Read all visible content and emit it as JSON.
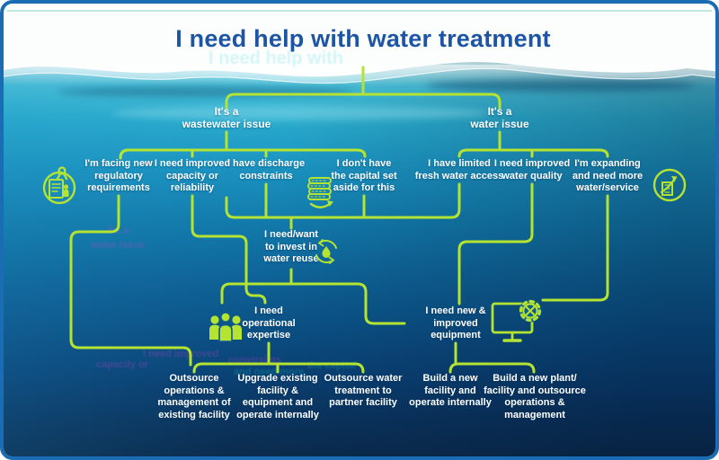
{
  "title": "I need help with water treatment",
  "colors": {
    "line": "#b4e332",
    "title_blue": "#1d55a4",
    "node_text": "#ffffff",
    "card_border": "#1a6db4"
  },
  "nodes": {
    "wastewater": "It's a\nwastewater issue",
    "water": "It's a\nwater issue",
    "regulatory": "I'm facing new\nregulatory\nrequirements",
    "capacity": "I need improved\ncapacity or\nreliability",
    "discharge": "I have discharge\nconstraints",
    "capital": "I don't have\nthe capital set\naside for this",
    "fresh_access": "I have limited\nfresh water access",
    "quality": "I need improved\nwater quality",
    "expanding": "I'm expanding\nand need more\nwater/service",
    "reuse": "I need/want\nto invest in\nwater reuse",
    "expertise": "I need\noperational\nexpertise",
    "equipment": "I need new &\nimproved\nequipment",
    "outsource_ops": "Outsource\noperations &\nmanagement of\nexisting facility",
    "upgrade": "Upgrade existing\nfacility &\nequipment and\noperate internally",
    "outsource_partner": "Outsource water\ntreatment to\npartner facility",
    "build_internal": "Build a new\nfacility and\noperate internally",
    "build_outsource": "Build a new plant/\nfacility and outsource\noperations &\nmanagement"
  },
  "icons": [
    "certificate-regulations-icon",
    "coins-capital-icon",
    "growth-expansion-icon",
    "water-reuse-recycle-icon",
    "team-expertise-icon",
    "equipment-monitor-gear-icon"
  ],
  "ghosts": [
    "I need help with",
    "It's a",
    "water issue",
    "I need improved",
    "capacity or",
    "constraints",
    "and need more",
    "the capital"
  ]
}
